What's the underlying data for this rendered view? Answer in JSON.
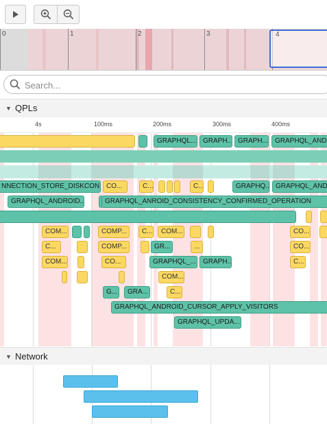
{
  "toolbar": {
    "play_icon": "play-icon",
    "zoom_in_icon": "zoom-in-icon",
    "zoom_out_icon": "zoom-out-icon"
  },
  "minimap": {
    "ticks": [
      "0",
      "1",
      "2",
      "3",
      "4"
    ]
  },
  "search": {
    "placeholder": "Search..."
  },
  "sections": {
    "qpls": "QPLs",
    "network": "Network"
  },
  "ruler": {
    "labels": [
      "4s",
      "100ms",
      "200ms",
      "300ms",
      "400ms"
    ]
  },
  "qpl_bars": {
    "r1_b": "GRAPHQL...",
    "r1_c": "GRAPH...",
    "r1_d": "GRAPH...",
    "r1_e": "GRAPHQL_ANDR",
    "r3_a": "NNECTION_STORE_DISKCON...",
    "r3_b": "CO...",
    "r3_c": "C...",
    "r3_f": "C...",
    "r3_h": "GRAPHQ...",
    "r3_i": "GRAPHQL_ANDR",
    "r4_a": "GRAPHQL_ANDROID...",
    "r4_b": "GRAPHQL_ANROID_CONSISTENCY_CONFIRMED_OPERATION",
    "r6_a": "COM...",
    "r6_d": "COMP...",
    "r6_e": "C...",
    "r6_f": "COM...",
    "r6_h": "CO...",
    "r7_a": "C...",
    "r7_c": "COMP...",
    "r7_e": "GR...",
    "r7_f": "...",
    "r7_g": "CO...",
    "r8_a": "COM...",
    "r8_c": "CO...",
    "r8_d": "GRAPHQL_...",
    "r8_e": "GRAPH...",
    "r8_f": "C...",
    "r9_c": "COM...",
    "r10_a": "G...",
    "r10_b": "GRA...",
    "r10_c": "C...",
    "r11_a": "GRAPHQL_ANDROID_CURSOR_APPLY_VISITORS",
    "r12_a": "GRAPHQL_UPDA...",
    "r6_g": "..."
  },
  "colors": {
    "qpl_yellow": "#fbd862",
    "qpl_green": "#5ec2a8",
    "network_blue": "#5bc0eb",
    "highlight_pink": "#fde2e4",
    "viewport_blue": "#3b6fd8"
  }
}
